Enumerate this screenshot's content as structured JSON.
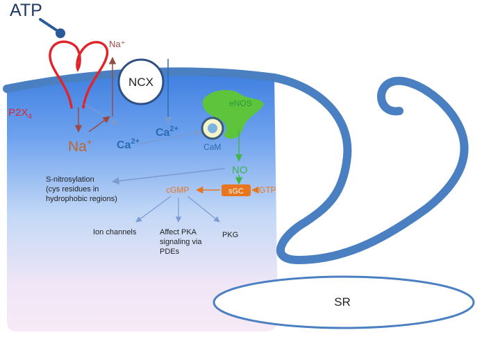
{
  "labels": {
    "atp": "ATP",
    "na_out": "Na⁺",
    "ncx": "NCX",
    "p2x4": "P2X",
    "p2x4_sub": "4",
    "na_in": "Na",
    "na_in_sup": "+",
    "ca_left": "Ca",
    "ca_left_sup": "2+",
    "ca_right": "Ca",
    "ca_right_sup": "2+",
    "enos": "eNOS",
    "cam": "CaM",
    "no": "NO",
    "snitro_1": "S-nitrosylation",
    "snitro_2": "(cys residues in",
    "snitro_3": "hydrophobic regions)",
    "cgmp": "cGMP",
    "sgc": "sGC",
    "gtp": "GTP",
    "ion_channels": "Ion channels",
    "pka_1": "Affect PKA",
    "pka_2": "signaling via",
    "pka_3": "PDEs",
    "pkg": "PKG",
    "sr": "SR"
  },
  "colors": {
    "membrane": "#4a7fc1",
    "p2x4": "#e0242c",
    "na": "#c0652a",
    "ca": "#2a6ab0",
    "enos": "#5ec43c",
    "no": "#3fb54a",
    "cgmp": "#e8761e",
    "sgc_box": "#e8761e",
    "dark_navy": "#1f3a63",
    "text_dark": "#222222",
    "arrow_blue": "#7a9ad0",
    "arrow_brown": "#9a4a44"
  },
  "icons": {
    "atp_ligand": "lollipop-ligand",
    "p2x4_channel": "looped-receptor",
    "enos_shape": "leaf-blob",
    "cam_shape": "ring"
  }
}
